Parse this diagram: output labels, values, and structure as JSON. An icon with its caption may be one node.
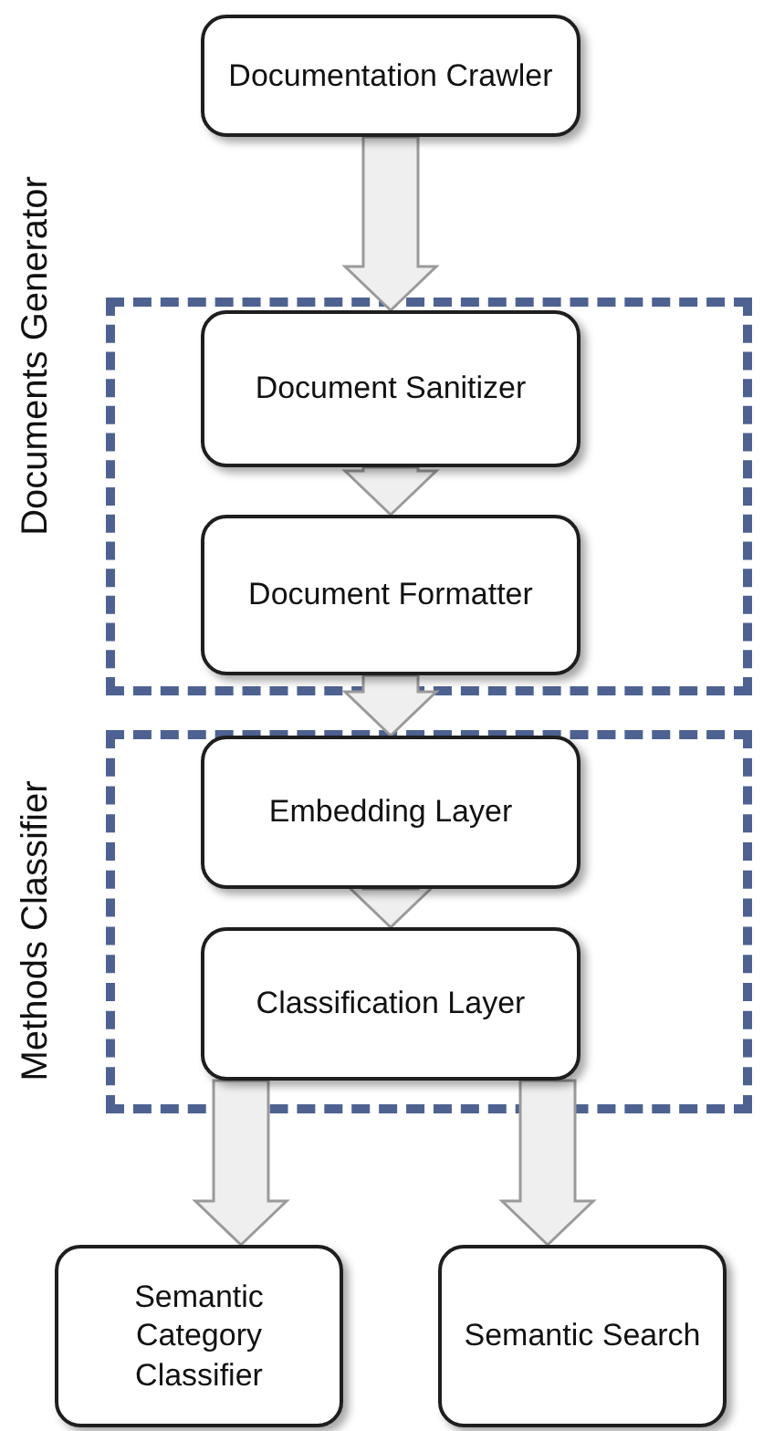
{
  "diagram": {
    "nodes": [
      {
        "text": [
          "Documentation Crawler"
        ]
      },
      {
        "text": [
          "Documents Generator"
        ]
      },
      {
        "text": [
          "Document Sanitizer"
        ],
        "in": 1
      },
      {
        "text": [
          "Document Formatter"
        ],
        "in": 1
      },
      {
        "text": [
          "Methods Classifier"
        ]
      },
      {
        "text": [
          "Embedding Layer"
        ],
        "in": 4
      },
      {
        "text": [
          "Classification Layer"
        ],
        "in": 4
      },
      {
        "text": [
          "Semantic Category Classifier"
        ]
      },
      {
        "text": [
          "Semantic Search"
        ]
      }
    ],
    "edges": [
      {
        "from": 0,
        "to": 2,
        "arrow": "to"
      },
      {
        "from": 2,
        "to": 3,
        "arrow": "to"
      },
      {
        "from": 3,
        "to": 5,
        "arrow": "to"
      },
      {
        "from": 5,
        "to": 6,
        "arrow": "to"
      },
      {
        "from": 6,
        "to": 7,
        "arrow": "to"
      },
      {
        "from": 6,
        "to": 8,
        "arrow": "to"
      }
    ]
  }
}
